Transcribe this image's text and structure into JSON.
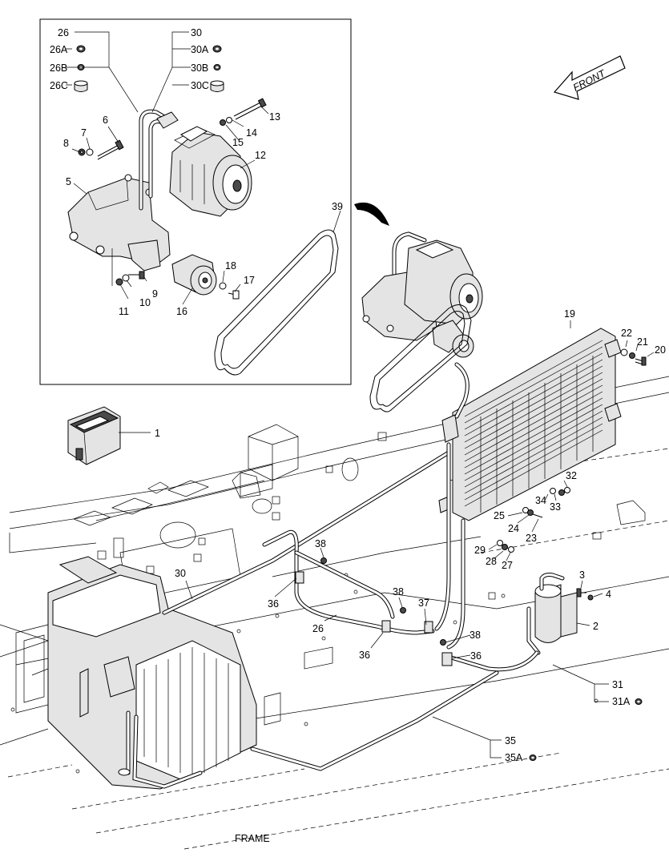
{
  "footer_label": "FRAME",
  "direction_label": "FRONT",
  "labels": {
    "l1": "1",
    "l2": "2",
    "l3": "3",
    "l4": "4",
    "l5": "5",
    "l6": "6",
    "l7": "7",
    "l8": "8",
    "l9": "9",
    "l10": "10",
    "l11": "11",
    "l12": "12",
    "l13": "13",
    "l14": "14",
    "l15": "15",
    "l16": "16",
    "l17": "17",
    "l18": "18",
    "l19": "19",
    "l20": "20",
    "l21": "21",
    "l22": "22",
    "l23": "23",
    "l24": "24",
    "l25": "25",
    "l26": "26",
    "l26A": "26A",
    "l26B": "26B",
    "l26C": "26C",
    "l26b": "26",
    "l27": "27",
    "l28": "28",
    "l29": "29",
    "l30": "30",
    "l30A": "30A",
    "l30B": "30B",
    "l30C": "30C",
    "l30b": "30",
    "l31": "31",
    "l31A": "31A",
    "l32": "32",
    "l33": "33",
    "l34": "34",
    "l35": "35",
    "l35A": "35A",
    "l36a": "36",
    "l36b": "36",
    "l36c": "36",
    "l37": "37",
    "l38a": "38",
    "l38b": "38",
    "l38c": "38",
    "l39": "39"
  }
}
